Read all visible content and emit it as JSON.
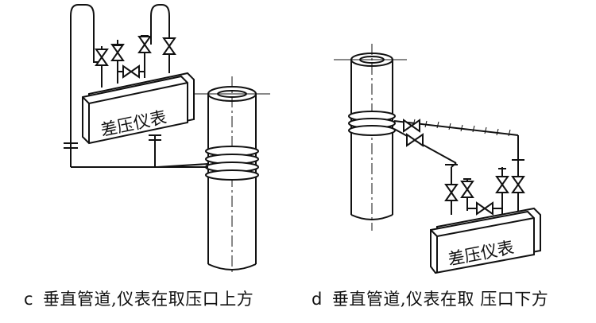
{
  "left_diagram": {
    "instrument_label": "差压仪表",
    "caption_letter": "c",
    "caption_text": "垂直管道,仪表在取压口上方"
  },
  "right_diagram": {
    "instrument_label": "差压仪表",
    "caption_letter": "d",
    "caption_text": "垂直管道,仪表在取 压口下方"
  },
  "colors": {
    "line": "#111111",
    "background": "#ffffff"
  }
}
